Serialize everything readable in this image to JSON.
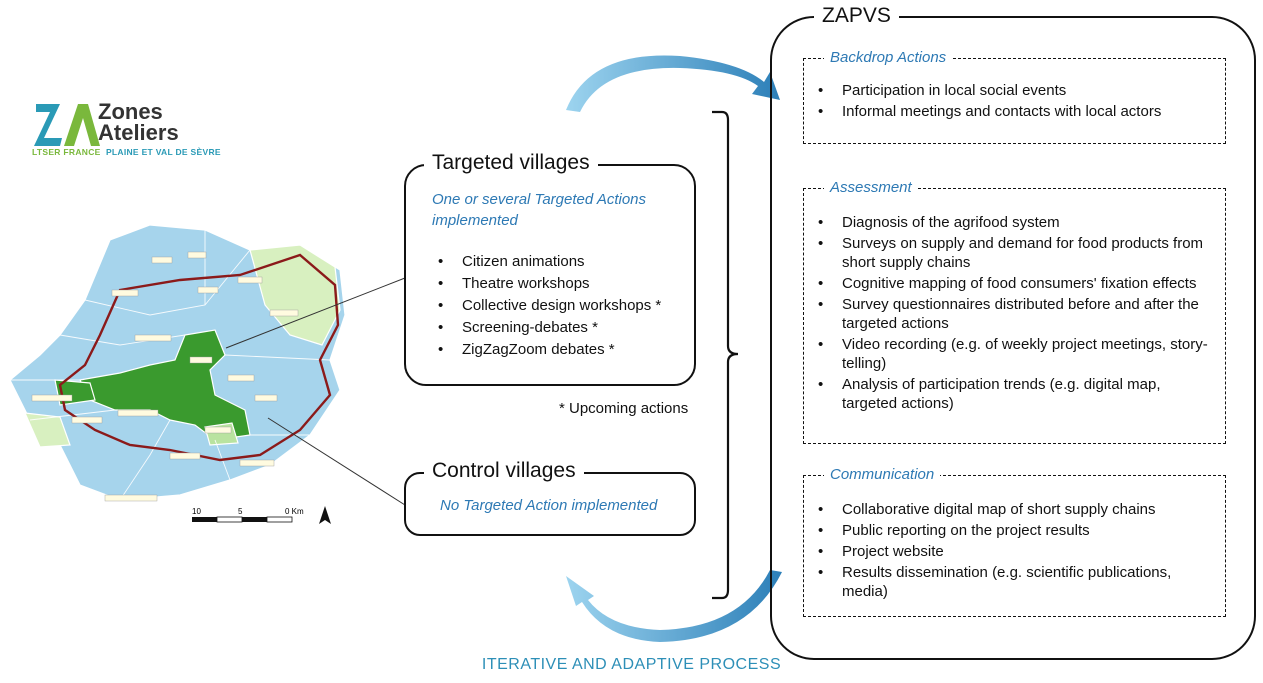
{
  "logo": {
    "line1": "Zones",
    "line2": "Ateliers",
    "sub_left": "LTSER FRANCE",
    "sub_right": "PLAINE ET VAL DE SÈVRE",
    "colors": {
      "teal": "#2a9ab6",
      "green": "#7ab83c"
    }
  },
  "map": {
    "scale_labels": [
      "10",
      "5",
      "0 Km"
    ],
    "colors": {
      "targeted": "#3a9a2e",
      "control": "#d8f0c0",
      "other": "#a6d4ec",
      "boundary": "#8b1a1a"
    }
  },
  "targeted": {
    "title": "Targeted villages",
    "subtitle": "One or several Targeted Actions implemented",
    "items": [
      "Citizen animations",
      "Theatre workshops",
      "Collective design workshops *",
      "Screening-debates *",
      "ZigZagZoom debates *"
    ]
  },
  "upcoming_note": "* Upcoming actions",
  "control": {
    "title": "Control villages",
    "subtitle": "No Targeted Action implemented"
  },
  "zapvs": {
    "title": "ZAPVS",
    "backdrop": {
      "title": "Backdrop Actions",
      "items": [
        "Participation in local social events",
        "Informal meetings and contacts with local actors"
      ]
    },
    "assessment": {
      "title": "Assessment",
      "items": [
        "Diagnosis of the agrifood system",
        "Surveys on supply and demand for food products from short supply chains",
        "Cognitive mapping of food consumers' fixation effects",
        "Survey questionnaires distributed before and after the targeted actions",
        "Video recording (e.g. of weekly project meetings, story-telling)",
        "Analysis of participation trends (e.g. digital map, targeted actions)"
      ]
    },
    "communication": {
      "title": "Communication",
      "items": [
        "Collaborative digital map of short supply chains",
        "Public reporting on the project results",
        "Project website",
        "Results dissemination (e.g. scientific publications, media)"
      ]
    }
  },
  "footer": "ITERATIVE AND ADAPTIVE PROCESS",
  "accent_color": "#2d79b4"
}
